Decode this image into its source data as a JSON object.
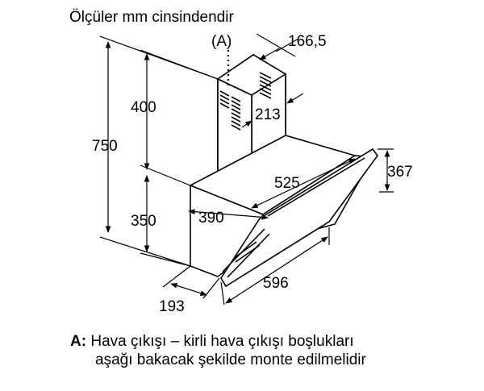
{
  "title": "Ölçüler mm cinsindendir",
  "callout": "(A)",
  "dimensions": {
    "chimney_width": "166,5",
    "chimney_depth": "213",
    "chimney_height": "400",
    "total_height": "750",
    "body_height": "350",
    "glass_height": "367",
    "glass_width": "525",
    "body_depth": "390",
    "bottom_width": "596",
    "bottom_depth": "193"
  },
  "note": {
    "key": "A:",
    "line1": "Hava çıkışı – kirli hava çıkışı boşlukları",
    "line2": "aşağı bakacak şekilde monte edilmelidir"
  }
}
